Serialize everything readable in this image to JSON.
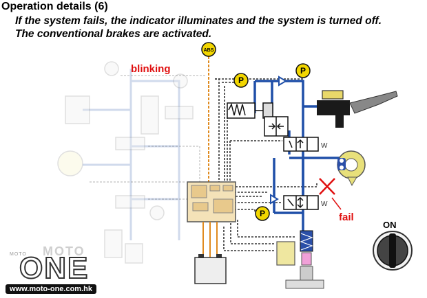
{
  "header": {
    "title": "Operation details (6)",
    "line1": "If the system fails, the indicator illuminates and the system is turned off.",
    "line2": "The conventional brakes are activated."
  },
  "labels": {
    "blinking": "blinking",
    "fail": "fail",
    "on": "ON",
    "abs": "ABS",
    "pressure_sensor": "P"
  },
  "watermark": {
    "small": "MOTO",
    "moto": "MOTO",
    "one": "ONE",
    "url": "www.moto-one.com.hk"
  },
  "colors": {
    "hydraulic_active": "#1f4fa8",
    "hydraulic_faded": "#b9c9e6",
    "signal_line": "#333333",
    "abs_wire": "#e08a1e",
    "indicator": "#f2d600",
    "fail_mark": "#e01010"
  }
}
